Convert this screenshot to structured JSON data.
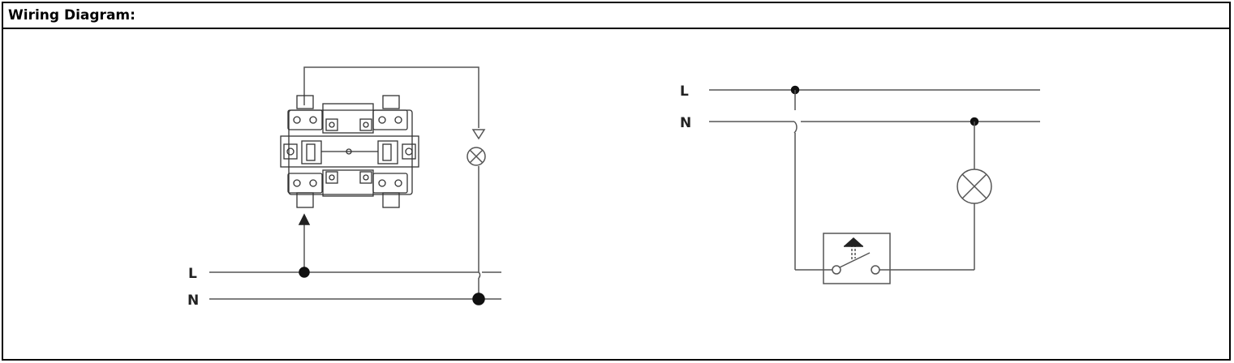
{
  "header": {
    "title": "Wiring Diagram:"
  },
  "left_diagram": {
    "line_l": "L",
    "line_n": "N"
  },
  "right_diagram": {
    "line_l": "L",
    "line_n": "N"
  },
  "colors": {
    "line": "#555555",
    "border": "#000000"
  }
}
